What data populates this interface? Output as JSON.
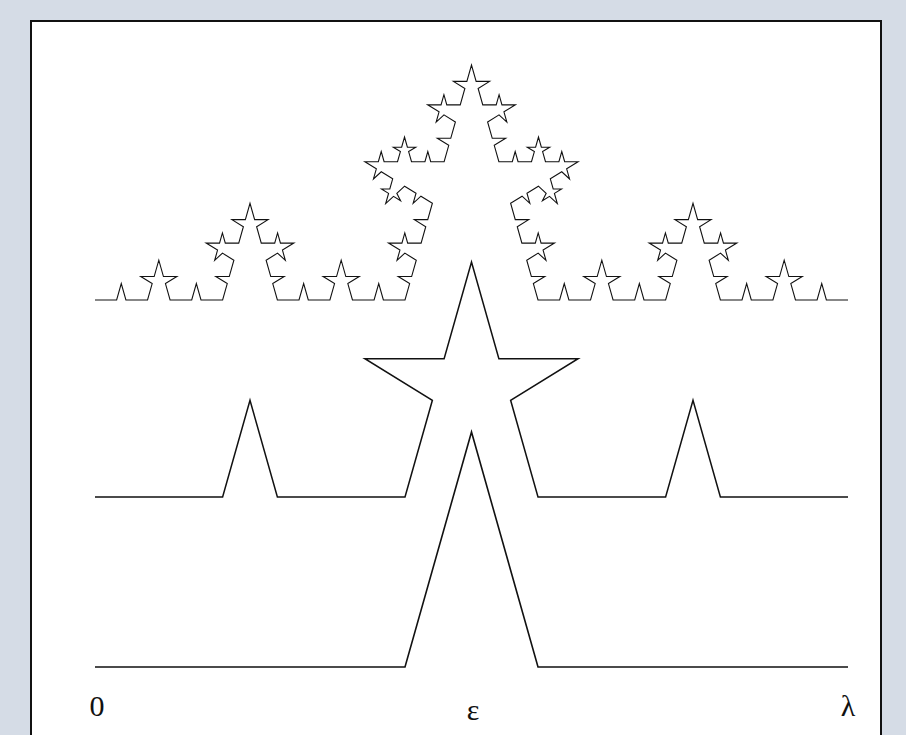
{
  "diagram": {
    "labels": [
      "0",
      "ε",
      "λ"
    ]
  }
}
